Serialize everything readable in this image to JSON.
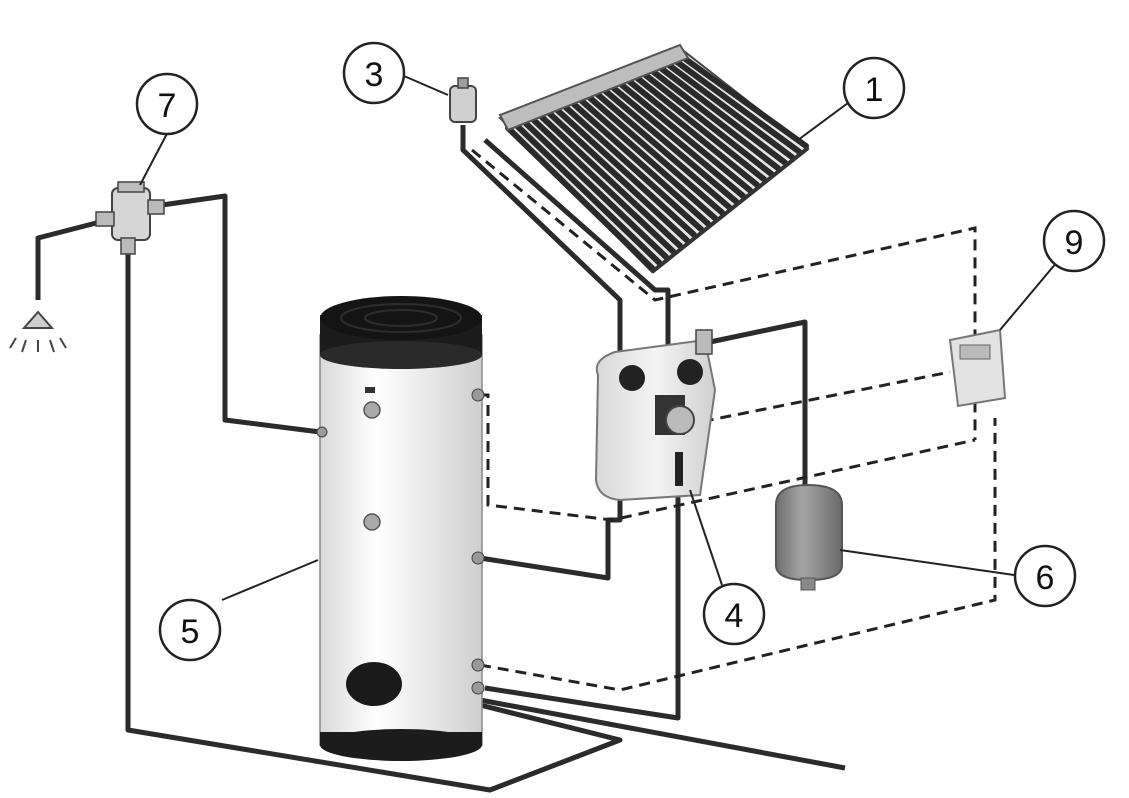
{
  "callouts": [
    {
      "id": "1",
      "label": "1"
    },
    {
      "id": "3",
      "label": "3"
    },
    {
      "id": "4",
      "label": "4"
    },
    {
      "id": "5",
      "label": "5"
    },
    {
      "id": "6",
      "label": "6"
    },
    {
      "id": "7",
      "label": "7"
    },
    {
      "id": "9",
      "label": "9"
    }
  ],
  "components": [
    {
      "name": "solar-collector",
      "callout": "1"
    },
    {
      "name": "air-vent",
      "callout": "3"
    },
    {
      "name": "pump-station",
      "callout": "4"
    },
    {
      "name": "storage-tank",
      "callout": "5"
    },
    {
      "name": "expansion-vessel",
      "callout": "6"
    },
    {
      "name": "mixing-valve",
      "callout": "7"
    },
    {
      "name": "controller",
      "callout": "9"
    }
  ],
  "colors": {
    "pipe": "#2b2b2b",
    "tank_body": "#f2f2f2",
    "tank_cap": "#1c1c1c",
    "collector_tubes": "#2a2a2a",
    "vessel": "#8a8a8a"
  }
}
